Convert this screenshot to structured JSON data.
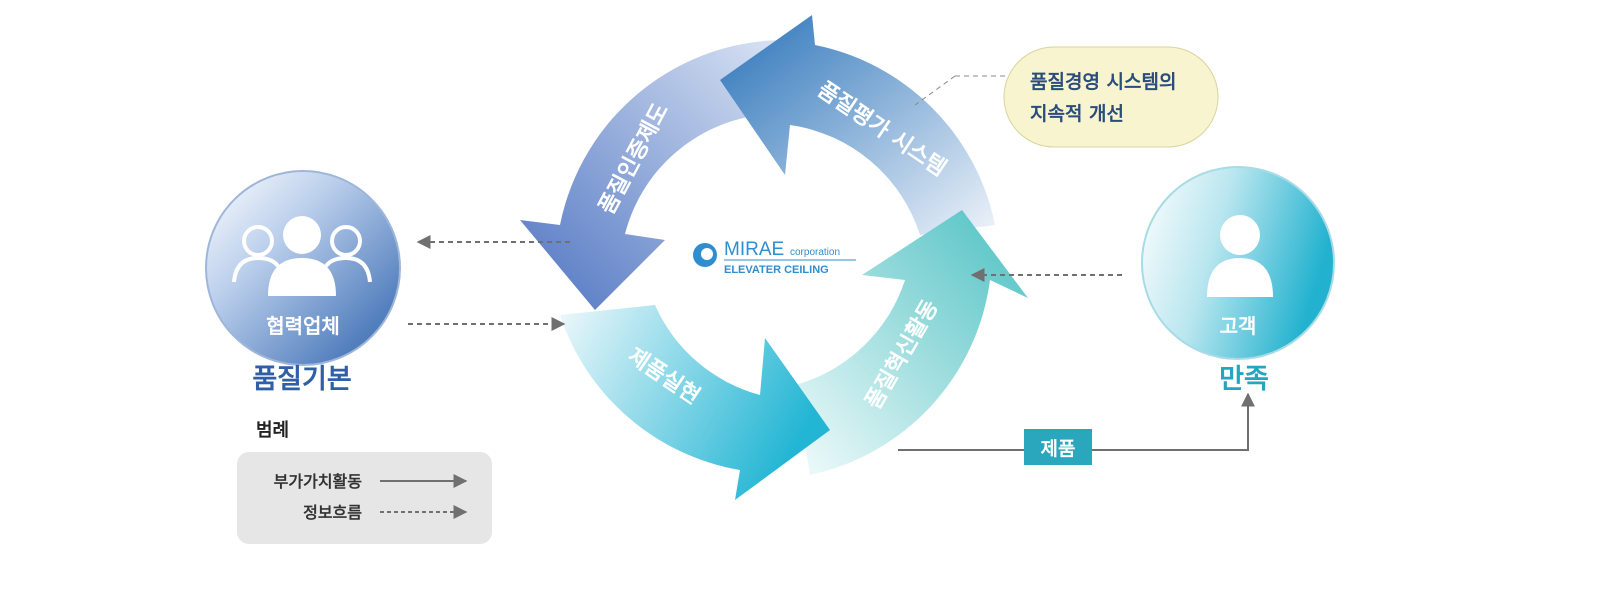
{
  "cycle": {
    "segments": [
      {
        "label": "품질인증제도",
        "color": "#5679c4"
      },
      {
        "label": "품질평가 시스템",
        "color": "#2f74b8"
      },
      {
        "label": "품질혁신활동",
        "color": "#4fb8c0"
      },
      {
        "label": "제품실현",
        "color": "#29b6d2"
      }
    ],
    "center_logo": {
      "name": "MIRAE",
      "suffix": "corporation",
      "subtitle": "ELEVATER CEILING"
    }
  },
  "callout": {
    "line1": "품질경영 시스템의",
    "line2": "지속적 개선"
  },
  "partner": {
    "label": "협력업체",
    "caption": "품질기본",
    "icon": "group-users-icon"
  },
  "customer": {
    "label": "고객",
    "caption": "만족",
    "icon": "user-icon"
  },
  "product_tag": {
    "label": "제품"
  },
  "legend": {
    "title": "범례",
    "items": [
      {
        "label": "부가가치활동",
        "style": "solid"
      },
      {
        "label": "정보흐름",
        "style": "dashed"
      }
    ]
  },
  "colors": {
    "partner_blue": "#2f6db0",
    "customer_teal": "#2aa9c2",
    "product_tag": "#2aa6bd",
    "callout_fill": "#f7f4cf",
    "legend_bg": "#e6e6e6",
    "text_dark": "#2a4d7e"
  }
}
